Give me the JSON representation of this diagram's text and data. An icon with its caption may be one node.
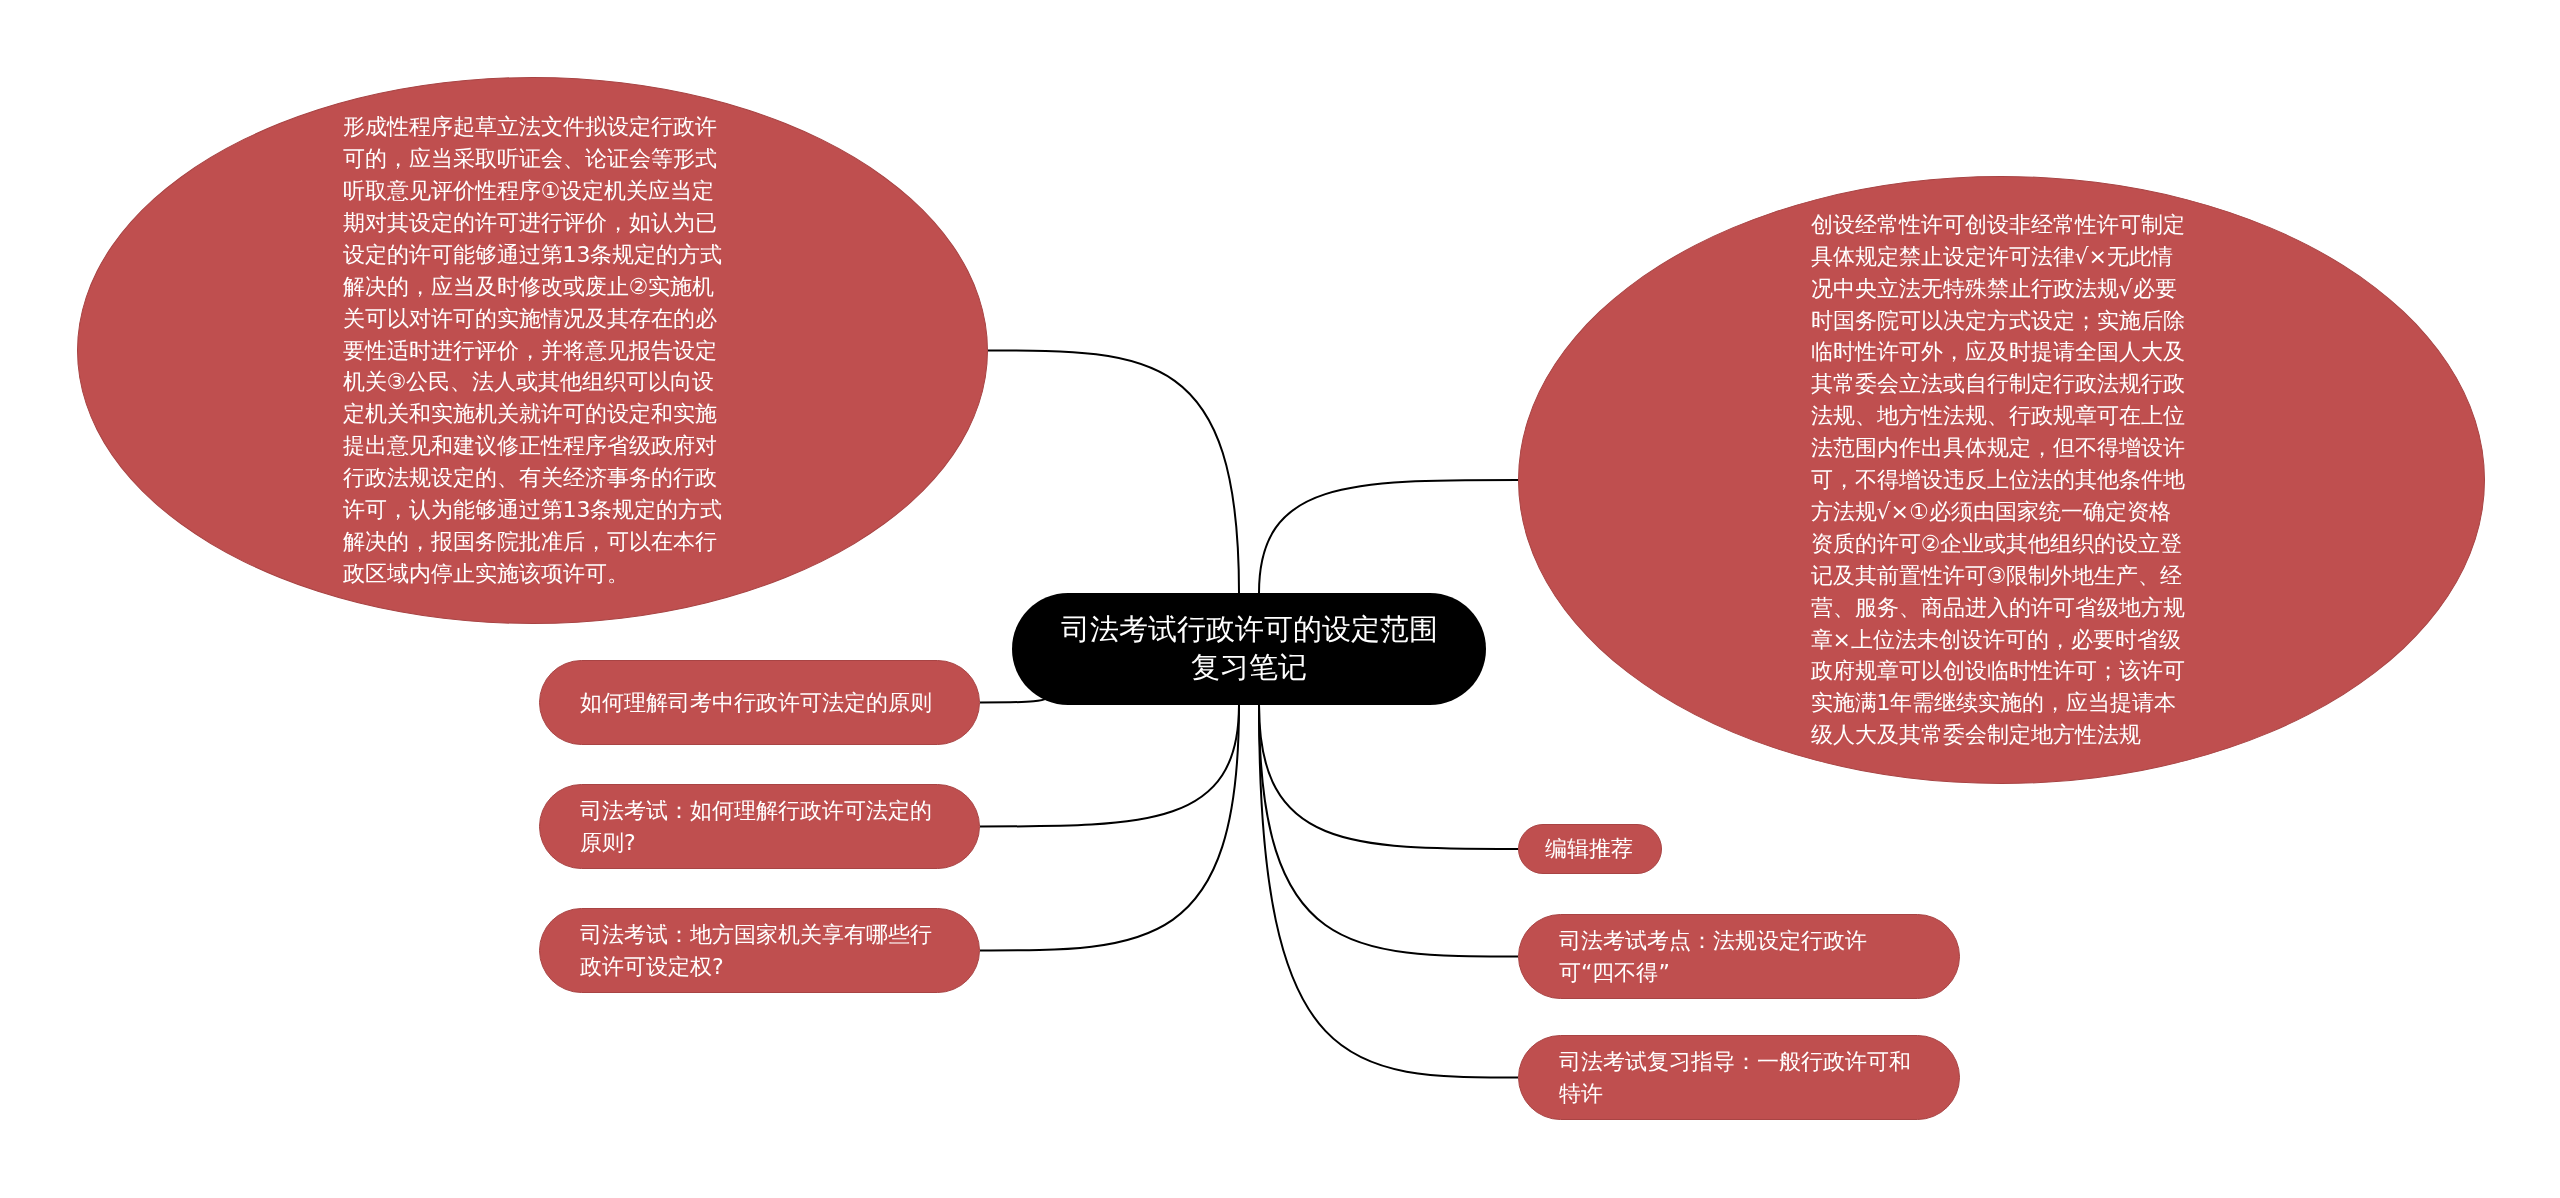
{
  "diagram": {
    "nodes": [
      {
        "text": [
          "司法考试行政许可的设定范围复习笔记"
        ]
      },
      {
        "text": [
          "形成性程序起草立法文件拟设定行政许可的，应当采取听证会、论证会等形式听取意见评价性程序①设定机关应当定期对其设定的许可进行评价，如认为已设定的许可能够通过第13条规定的方式解决的，应当及时修改或废止②实施机关可以对许可的实施情况及其存在的必要性适时进行评价，并将意见报告设定机关③公民、法人或其他组织可以向设定机关和实施机关就许可的设定和实施提出意见和建议修正性程序省级政府对行政法规设定的、有关经济事务的行政许可，认为能够通过第13条规定的方式解决的，报国务院批准后，可以在本行政区域内停止实施该项许可。"
        ]
      },
      {
        "text": [
          "创设经常性许可创设非经常性许可制定具体规定禁止设定许可法律√×无此情况中央立法无特殊禁止行政法规√必要时国务院可以决定方式设定；实施后除临时性许可外，应及时提请全国人大及其常委会立法或自行制定行政法规行政法规、地方性法规、行政规章可在上位法范围内作出具体规定，但不得增设许可，不得增设违反上位法的其他条件地方法规√×①必须由国家统一确定资格资质的许可②企业或其他组织的设立登记及其前置性许可③限制外地生产、经营、服务、商品进入的许可省级地方规章×上位法未创设许可的，必要时省级政府规章可以创设临时性许可；该许可实施满1年需继续实施的，应当提请本级人大及其常委会制定地方性法规"
        ]
      },
      {
        "text": [
          "如何理解司考中行政许可法定的原则"
        ]
      },
      {
        "text": [
          "司法考试：如何理解行政许可法定的原则?"
        ]
      },
      {
        "text": [
          "司法考试：地方国家机关享有哪些行政许可设定权?"
        ]
      },
      {
        "text": [
          "编辑推荐"
        ]
      },
      {
        "text": [
          "司法考试考点：法规设定行政许可“四不得”"
        ]
      },
      {
        "text": [
          "司法考试复习指导：一般行政许可和特许"
        ]
      }
    ],
    "edges": [
      {
        "from": 0,
        "to": 1,
        "arrow": "none"
      },
      {
        "from": 0,
        "to": 2,
        "arrow": "none"
      },
      {
        "from": 0,
        "to": 3,
        "arrow": "none"
      },
      {
        "from": 0,
        "to": 4,
        "arrow": "none"
      },
      {
        "from": 0,
        "to": 5,
        "arrow": "none"
      },
      {
        "from": 0,
        "to": 6,
        "arrow": "none"
      },
      {
        "from": 0,
        "to": 7,
        "arrow": "none"
      },
      {
        "from": 0,
        "to": 8,
        "arrow": "none"
      }
    ]
  }
}
